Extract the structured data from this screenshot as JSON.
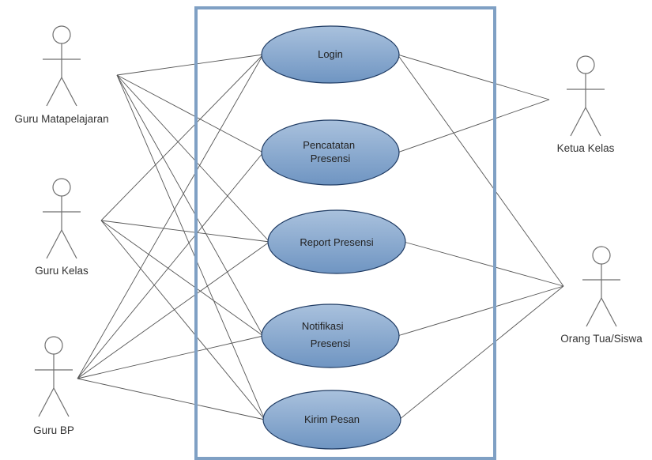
{
  "colors": {
    "boundary": "#7fa0c4",
    "usecase_fill_top": "#a9c1dd",
    "usecase_fill_bottom": "#6f95c2",
    "usecase_stroke": "#1f3b63",
    "line": "#555555",
    "actor_stroke": "#6f6f6f"
  },
  "actors": [
    {
      "id": "guru-matapelajaran",
      "label": "Guru Matapelajaran"
    },
    {
      "id": "guru-kelas",
      "label": "Guru Kelas"
    },
    {
      "id": "guru-bp",
      "label": "Guru BP"
    },
    {
      "id": "ketua-kelas",
      "label": "Ketua Kelas"
    },
    {
      "id": "orang-tua-siswa",
      "label": "Orang Tua/Siswa"
    }
  ],
  "use_cases": [
    {
      "id": "login",
      "lines": [
        "Login"
      ]
    },
    {
      "id": "pencatatan-presensi",
      "lines": [
        "Pencatatan",
        "Presensi"
      ]
    },
    {
      "id": "report-presensi",
      "lines": [
        "Report Presensi"
      ]
    },
    {
      "id": "notifikasi-presensi",
      "lines": [
        "Notifikasi",
        "Presensi"
      ]
    },
    {
      "id": "kirim-pesan",
      "lines": [
        "Kirim Pesan"
      ]
    }
  ],
  "associations": [
    [
      "guru-matapelajaran",
      "login"
    ],
    [
      "guru-matapelajaran",
      "pencatatan-presensi"
    ],
    [
      "guru-matapelajaran",
      "report-presensi"
    ],
    [
      "guru-matapelajaran",
      "notifikasi-presensi"
    ],
    [
      "guru-matapelajaran",
      "kirim-pesan"
    ],
    [
      "guru-kelas",
      "login"
    ],
    [
      "guru-kelas",
      "report-presensi"
    ],
    [
      "guru-kelas",
      "notifikasi-presensi"
    ],
    [
      "guru-kelas",
      "kirim-pesan"
    ],
    [
      "guru-bp",
      "login"
    ],
    [
      "guru-bp",
      "pencatatan-presensi"
    ],
    [
      "guru-bp",
      "report-presensi"
    ],
    [
      "guru-bp",
      "notifikasi-presensi"
    ],
    [
      "guru-bp",
      "kirim-pesan"
    ],
    [
      "ketua-kelas",
      "login"
    ],
    [
      "ketua-kelas",
      "pencatatan-presensi"
    ],
    [
      "orang-tua-siswa",
      "login"
    ],
    [
      "orang-tua-siswa",
      "report-presensi"
    ],
    [
      "orang-tua-siswa",
      "notifikasi-presensi"
    ],
    [
      "orang-tua-siswa",
      "kirim-pesan"
    ]
  ]
}
